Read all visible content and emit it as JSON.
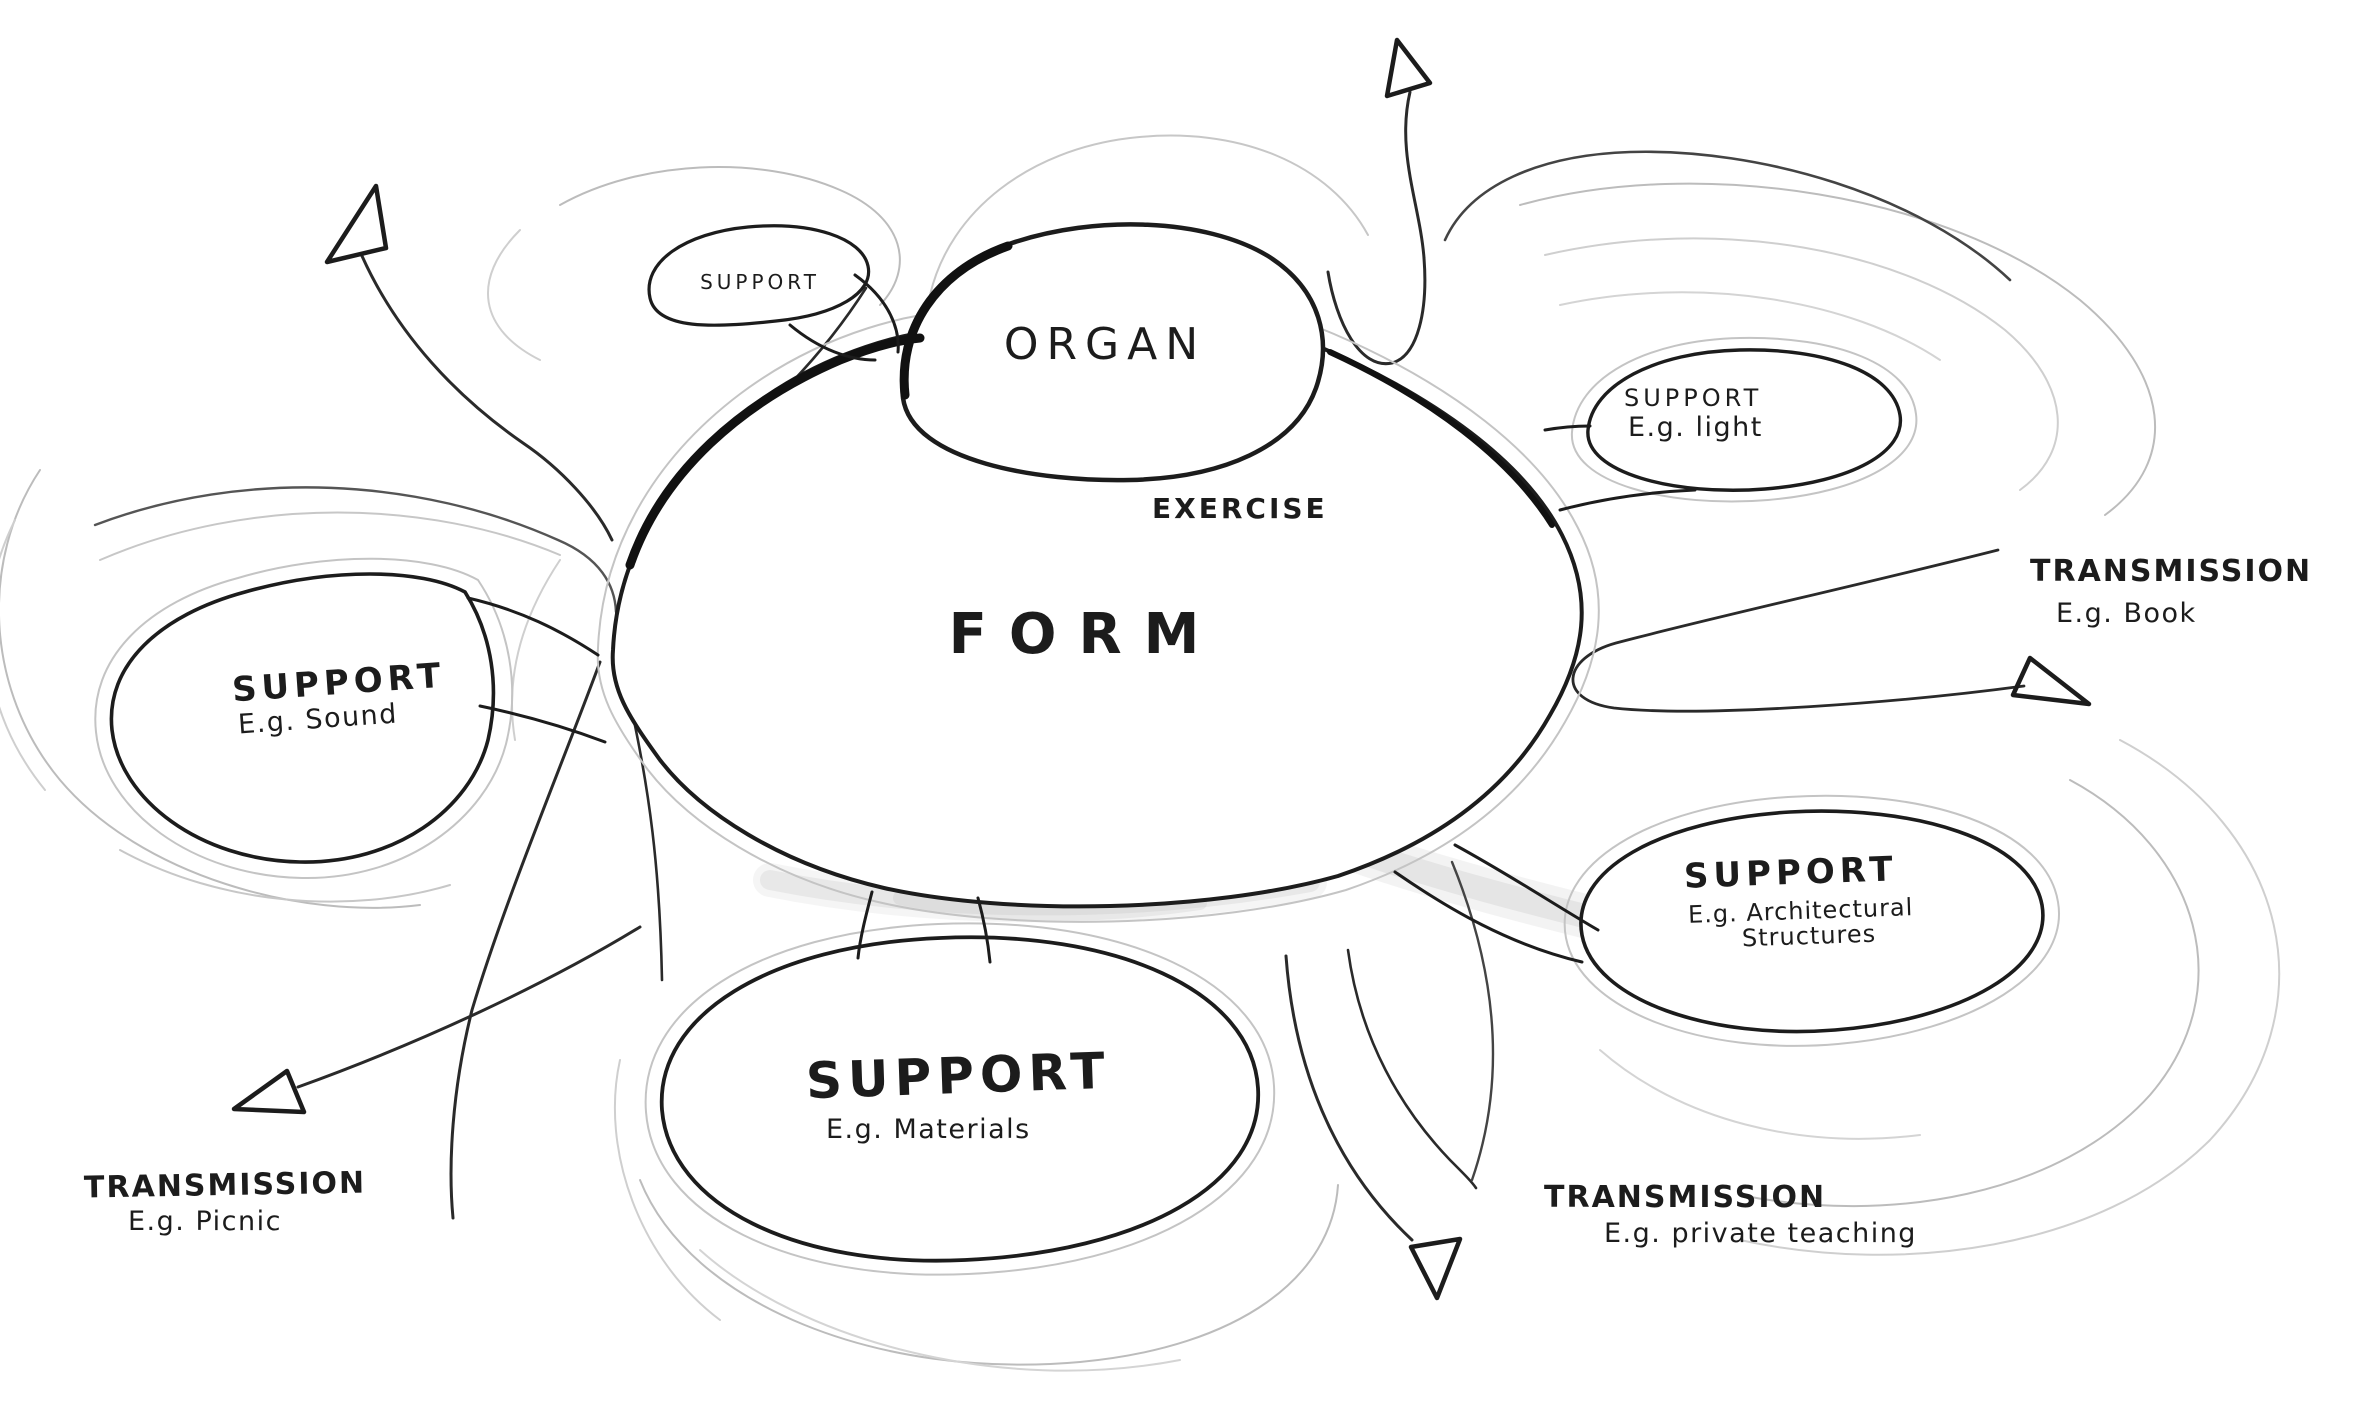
{
  "nodes": {
    "form": {
      "label": "FORM"
    },
    "organ": {
      "label": "ORGAN"
    },
    "exercise": {
      "label": "EXERCISE"
    },
    "support_top": {
      "label": "SUPPORT"
    },
    "support_light": {
      "label": "SUPPORT",
      "example": "E.g. light"
    },
    "support_sound": {
      "label": "SUPPORT",
      "example": "E.g. Sound"
    },
    "support_architecture": {
      "label": "SUPPORT",
      "example_line1": "E.g. Architectural",
      "example_line2": "Structures"
    },
    "support_materials": {
      "label": "SUPPORT",
      "example": "E.g. Materials"
    },
    "transmission_book": {
      "label": "TRANSMISSION",
      "example": "E.g. Book"
    },
    "transmission_picnic": {
      "label": "TRANSMISSION",
      "example": "E.g. Picnic"
    },
    "transmission_private": {
      "label": "TRANSMISSION",
      "example": "E.g. private teaching"
    }
  },
  "colors": {
    "ink": "#1c1c1c",
    "pencil": "#bcbcbc",
    "paper": "#ffffff"
  }
}
